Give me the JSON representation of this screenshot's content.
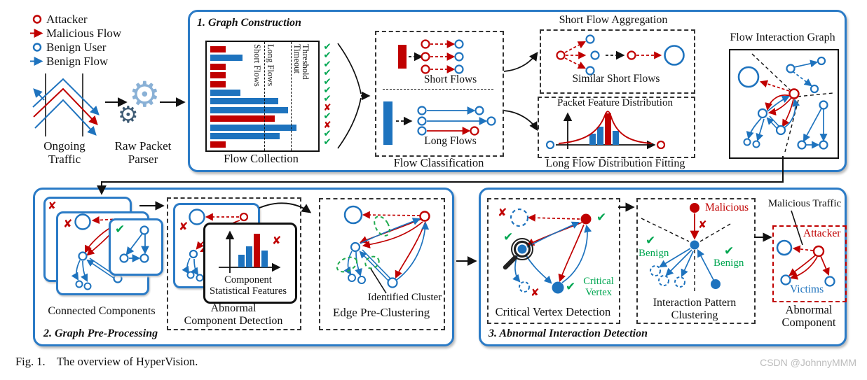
{
  "colors": {
    "red": "#c00000",
    "blue": "#1e73be",
    "green": "#00a651",
    "box_blue": "#2b7bc6",
    "watermark_gray": "#bcbcbc"
  },
  "icons": {
    "check": "✔",
    "cross": "✘",
    "gear": "⚙"
  },
  "legend": {
    "items": [
      {
        "label": "Attacker",
        "icon": "attacker-circle"
      },
      {
        "label": "Malicious Flow",
        "icon": "malicious-arrow"
      },
      {
        "label": "Benign User",
        "icon": "benign-circle"
      },
      {
        "label": "Benign Flow",
        "icon": "benign-arrow"
      }
    ]
  },
  "source": {
    "traffic": "Ongoing Traffic",
    "parser": "Raw Packet Parser"
  },
  "sections": {
    "construction": {
      "title": "1. Graph Construction",
      "flow_collection": {
        "caption": "Flow Collection",
        "labels": {
          "short": "Short Flows",
          "long": "Long Flows",
          "timeout": "Timeout Threshold"
        },
        "bars": [
          {
            "len": 16,
            "color": "red"
          },
          {
            "len": 33,
            "color": "blue"
          },
          {
            "len": 16,
            "color": "red"
          },
          {
            "len": 16,
            "color": "red"
          },
          {
            "len": 16,
            "color": "red"
          },
          {
            "len": 31,
            "color": "blue"
          },
          {
            "len": 69,
            "color": "blue"
          },
          {
            "len": 79,
            "color": "blue"
          },
          {
            "len": 66,
            "color": "red"
          },
          {
            "len": 88,
            "color": "blue"
          },
          {
            "len": 71,
            "color": "blue"
          },
          {
            "len": 16,
            "color": "red"
          }
        ],
        "marks": [
          "check",
          "check",
          "check",
          "check",
          "check",
          "check",
          "check",
          "cross",
          "check",
          "cross",
          "check",
          "check"
        ]
      },
      "classification": {
        "caption": "Flow Classification",
        "short": "Short Flows",
        "long": "Long Flows"
      },
      "aggregation": {
        "title": "Short Flow Aggregation",
        "label": "Similar Short Flows"
      },
      "distribution": {
        "title": "Packet Feature Distribution",
        "caption": "Long Flow Distribution Fitting"
      },
      "interaction_graph": {
        "title": "Flow Interaction Graph"
      }
    },
    "preprocessing": {
      "title": "2. Graph Pre-Processing",
      "connected": {
        "caption": "Connected Components"
      },
      "abnormal": {
        "caption_lines": [
          "Abnormal",
          "Component Detection"
        ],
        "chart_lines": [
          "Component",
          "Statistical Features"
        ]
      },
      "clustering": {
        "caption": "Edge Pre-Clustering",
        "annotation": "Identified Cluster"
      }
    },
    "detection": {
      "title": "3. Abnormal Interaction Detection",
      "critical": {
        "caption": "Critical Vertex Detection",
        "annotation_lines": [
          "Critical",
          "Vertex"
        ]
      },
      "pattern": {
        "caption_lines": [
          "Interaction Pattern",
          "Clustering"
        ],
        "malicious": "Malicious",
        "benign_left": "Benign",
        "benign_right": "Benign"
      },
      "abnormal_component": {
        "caption_lines": [
          "Abnormal",
          "Component"
        ],
        "malicious_traffic": "Malicious Traffic",
        "attacker": "Attacker",
        "victims": "Victims"
      }
    }
  },
  "figure_caption": "Fig. 1.    The overview of HyperVision.",
  "watermark": "CSDN @JohnnyMMM"
}
